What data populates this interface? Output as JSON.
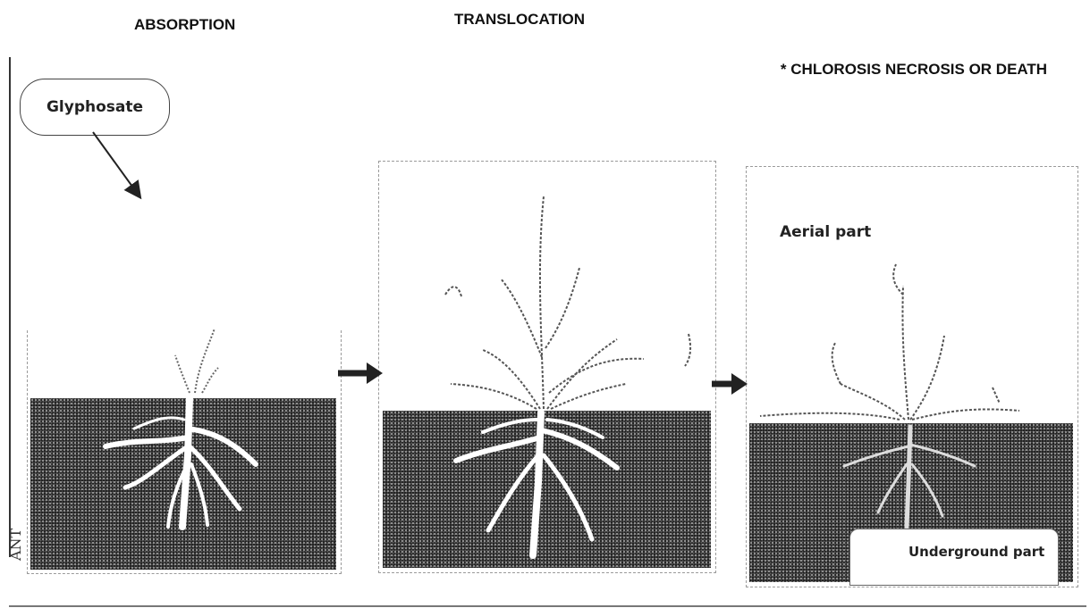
{
  "stages": [
    {
      "title": "ABSORPTION"
    },
    {
      "title": "TRANSLOCATION"
    },
    {
      "title": "* CHLOROSIS NECROSIS OR DEATH"
    }
  ],
  "labels": {
    "glyphosate": "Glyphosate",
    "aerial_part": "Aerial part",
    "underground_part": "Underground part",
    "watermark": "ANT"
  },
  "colors": {
    "soil": "#222222",
    "root": "#ffffff",
    "plant": "#555555",
    "arrow": "#222222"
  }
}
